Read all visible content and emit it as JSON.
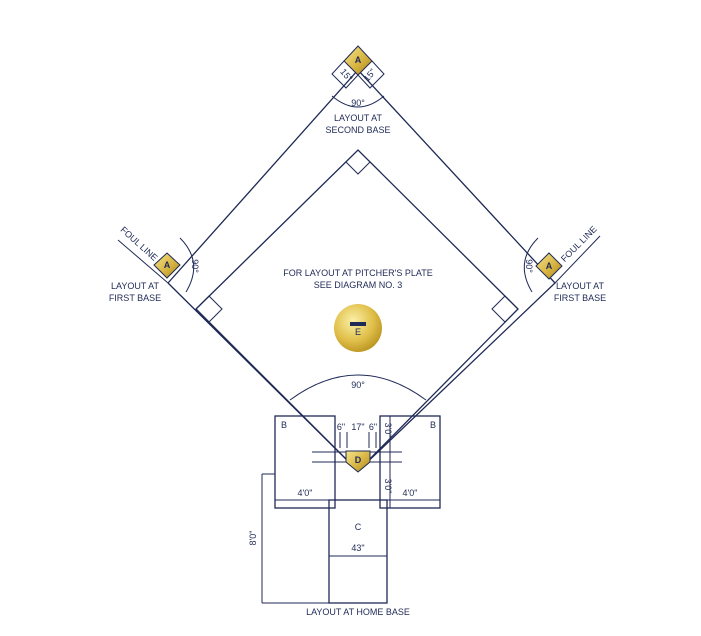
{
  "labels": {
    "second_base": [
      "LAYOUT AT",
      "SECOND BASE"
    ],
    "first_base_left": [
      "LAYOUT AT",
      "FIRST BASE"
    ],
    "first_base_right": [
      "LAYOUT AT",
      "FIRST BASE"
    ],
    "home_base": "LAYOUT AT HOME BASE",
    "pitcher_note": [
      "FOR LAYOUT AT PITCHER'S PLATE",
      "SEE DIAGRAM NO. 3"
    ],
    "foul_line_left": "FOUL LINE",
    "foul_line_right": "FOUL LINE"
  },
  "angles": {
    "second": "90°",
    "first_left": "90°",
    "first_right": "90°",
    "home": "90°"
  },
  "dimensions": {
    "base_15_left": "15\"",
    "base_15_right": "15\"",
    "d6_left": "6\"",
    "d17": "17\"",
    "d6_right": "6\"",
    "d3_top": "3'0\"",
    "d3_bottom": "3'0\"",
    "d4_left": "4'0\"",
    "d4_right": "4'0\"",
    "d8": "8'0\"",
    "d43": "43\""
  },
  "markers": {
    "second": "A",
    "first_left": "A",
    "first_right": "A",
    "home_plate": "D",
    "pitcher_plate": "E",
    "box_left": "B",
    "box_right": "B",
    "catcher": "C"
  },
  "colors": {
    "line": "#1f2a56",
    "gold_light": "#f2dc7a",
    "gold_dark": "#b58e1f"
  }
}
